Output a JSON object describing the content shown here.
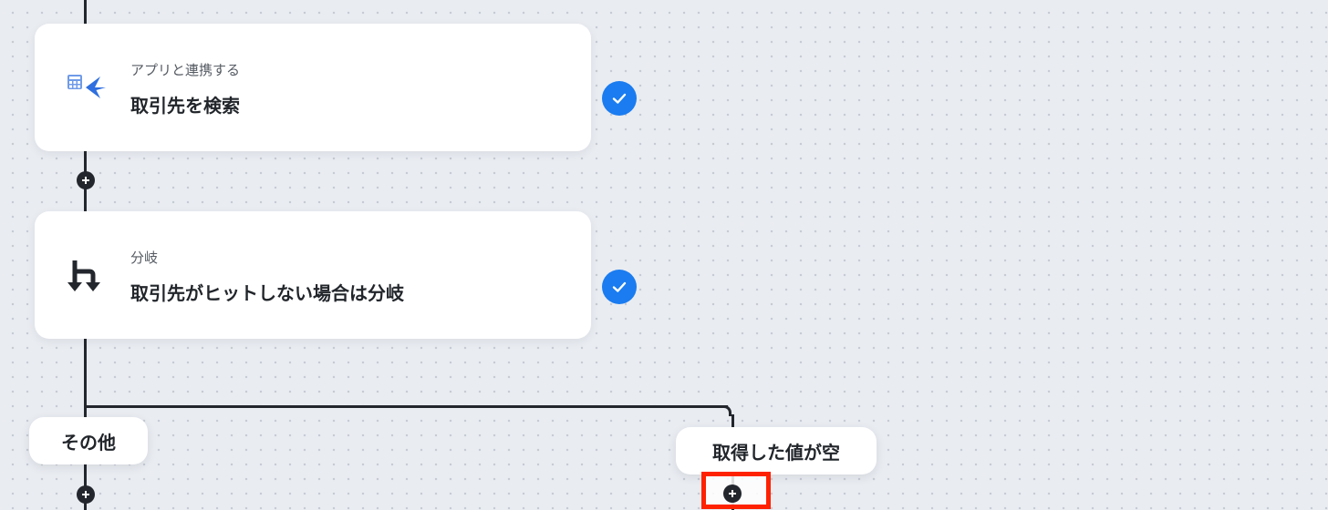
{
  "steps": [
    {
      "category": "アプリと連携する",
      "title": "取引先を検索",
      "icon": "accounting-app-icon",
      "status": "completed"
    },
    {
      "category": "分岐",
      "title": "取引先がヒットしない場合は分岐",
      "icon": "branch-icon",
      "status": "completed"
    }
  ],
  "branches": {
    "default_label": "その他",
    "condition_label": "取得した値が空"
  },
  "colors": {
    "check": "#1a7cf0",
    "highlight": "#ff2200",
    "connector": "#23272d"
  }
}
